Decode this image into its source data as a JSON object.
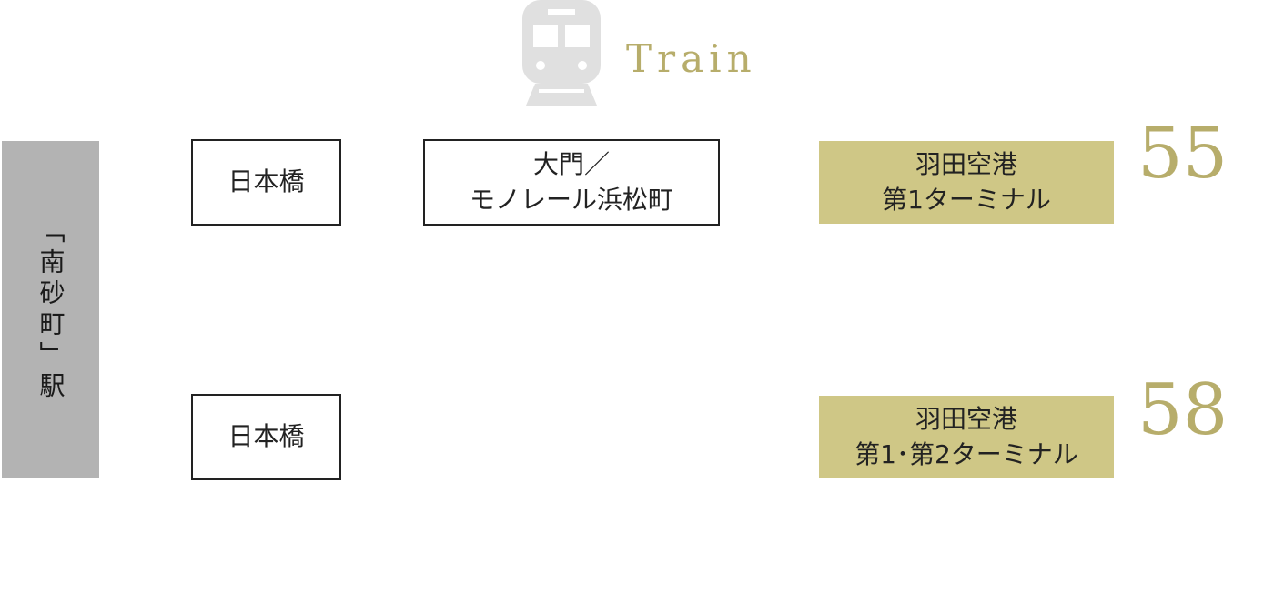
{
  "header": {
    "label": "Train",
    "icon": "train-icon",
    "icon_color": "#e0e0e0",
    "label_color": "#b7ad6b"
  },
  "origin": {
    "label": "「南砂町」駅",
    "bg": "#b3b3b3"
  },
  "routes": [
    {
      "via": [
        "日本橋",
        "大門／\nモノレール浜松町"
      ],
      "destination": [
        "羽田空港",
        "第1ターミナル"
      ],
      "minutes": "55"
    },
    {
      "via": [
        "日本橋"
      ],
      "destination": [
        "羽田空港",
        "第1･第2ターミナル"
      ],
      "minutes": "58"
    }
  ],
  "colors": {
    "accent": "#b7ad6b",
    "destination_bg": "#cfc786",
    "border": "#222222"
  }
}
